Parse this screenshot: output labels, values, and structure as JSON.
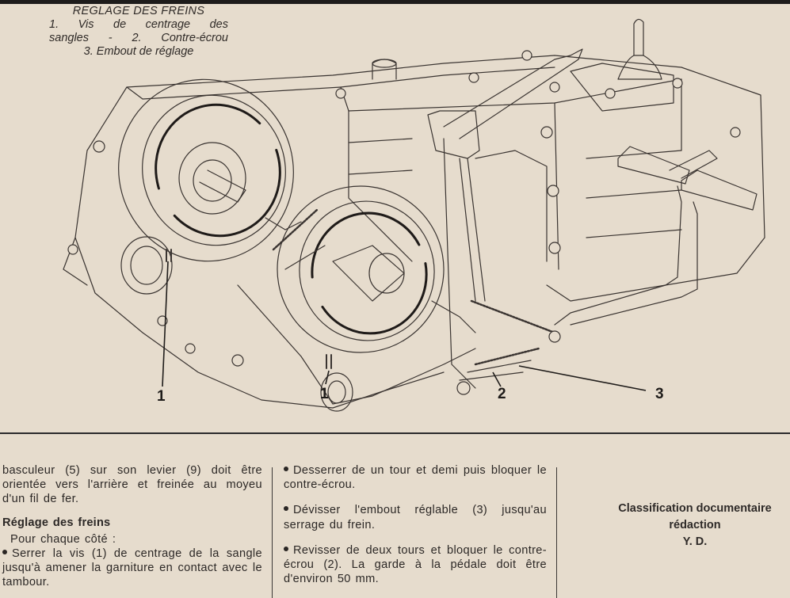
{
  "colors": {
    "paper": "#e6dccd",
    "ink": "#2b2724",
    "band": "#1e1c1b"
  },
  "figure": {
    "caption": {
      "title": "REGLAGE DES FREINS",
      "line1": "1.  Vis  de  centrage  des",
      "line2": "sangles  -  2.  Contre-écrou",
      "line3": "3. Embout de réglage"
    },
    "illustration": "brake-assembly-line-drawing",
    "callouts": [
      "1",
      "1",
      "2",
      "3"
    ]
  },
  "column1": {
    "para1": "basculeur (5) sur son levier (9) doit être orientée vers l'arrière et freinée au moyeu d'un fil de fer.",
    "heading": "Réglage des freins",
    "intro": "Pour chaque côté :",
    "step1": "Serrer la vis (1) de centrage de la sangle jusqu'à amener la garniture en contact avec le tambour."
  },
  "column2": {
    "step2": "Desserrer de un tour et demi puis bloquer le contre-écrou.",
    "step3": "Dévisser l'embout réglable (3) jusqu'au serrage du frein.",
    "step4": "Revisser de deux tours et bloquer le contre-écrou (2). La garde à la pédale doit être d'environ 50 mm."
  },
  "credit": {
    "line1": "Classification documentaire",
    "line2": "rédaction",
    "line3": "Y. D."
  }
}
